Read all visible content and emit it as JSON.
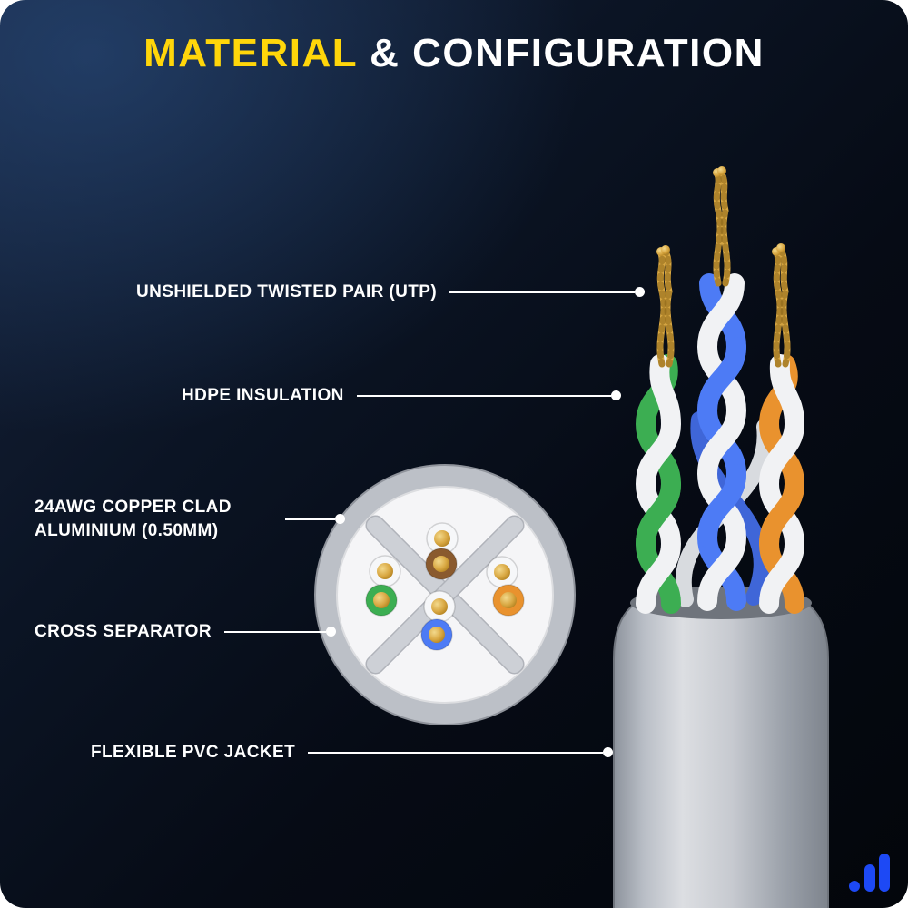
{
  "title": {
    "highlight": "MATERIAL",
    "rest": " & CONFIGURATION"
  },
  "callouts": [
    {
      "text": "UNSHIELDED TWISTED PAIR (UTP)",
      "target": "unshielded-twisted-pairs"
    },
    {
      "text": "HDPE INSULATION",
      "target": "hdpe-insulation-wires"
    },
    {
      "text": "24AWG COPPER CLAD ALUMINIUM (0.50MM)",
      "target": "copper-clad-aluminium-conductors"
    },
    {
      "text": "CROSS SEPARATOR",
      "target": "cross-separator"
    },
    {
      "text": "FLEXIBLE PVC JACKET",
      "target": "pvc-jacket"
    }
  ],
  "diagram": {
    "cross_section_pairs": [
      "white-brown",
      "white-green",
      "white-blue",
      "white-orange"
    ],
    "cable_pairs_visible": [
      "white-green",
      "white-blue",
      "white-orange"
    ]
  },
  "colors": {
    "accent_yellow": "#FFD60A",
    "background_navy": "#0B1424",
    "wire_white": "#F1F2F4",
    "wire_blue": "#4D7BF5",
    "wire_green": "#3CAE52",
    "wire_orange": "#E9922E",
    "wire_brown": "#8A5A2E",
    "copper_gold": "#D9A843",
    "jacket_gray": "#C7CAD0",
    "logo_blue": "#1D49F5"
  }
}
